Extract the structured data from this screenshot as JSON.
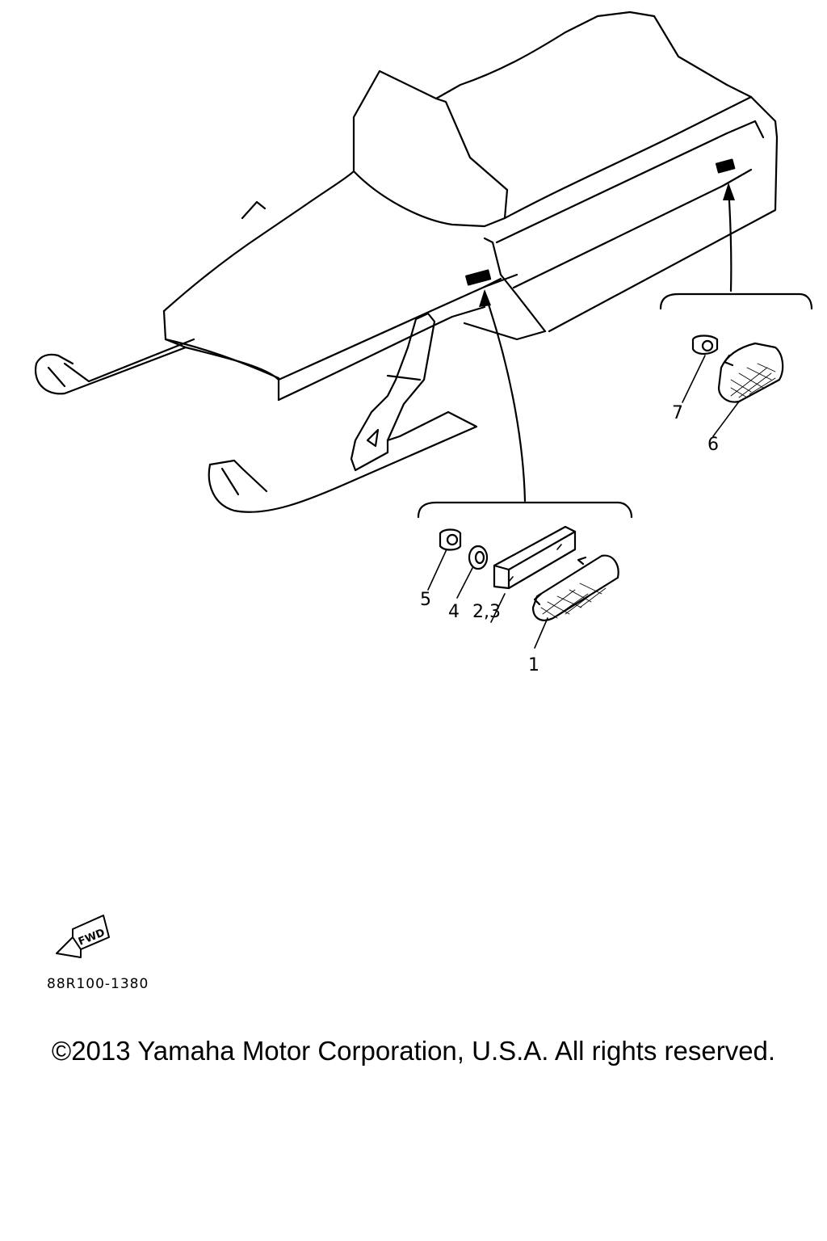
{
  "diagram": {
    "callouts": {
      "c1": "1",
      "c23": "2,3",
      "c4": "4",
      "c5": "5",
      "c6": "6",
      "c7": "7"
    },
    "fwd_label": "FWD",
    "drawing_code": "88R100-1380"
  },
  "footer": {
    "copyright": "©2013 Yamaha Motor Corporation, U.S.A. All rights reserved."
  }
}
